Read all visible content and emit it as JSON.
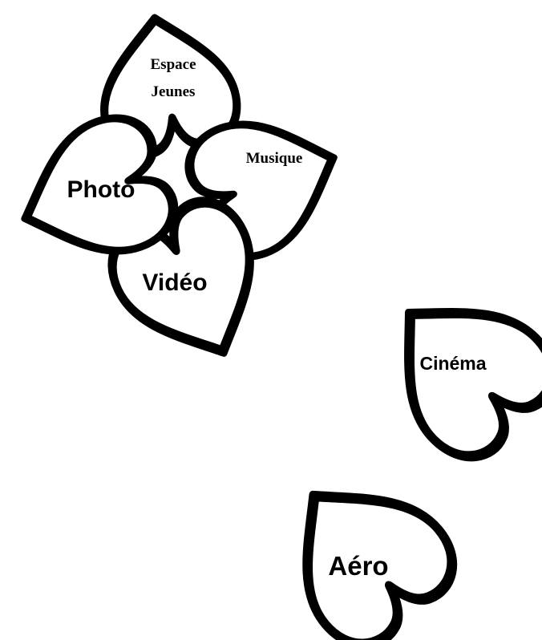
{
  "diagram": {
    "stroke_color": "#000000",
    "fill_color": "#ffffff",
    "clover": {
      "petals": [
        {
          "id": "espace-jeunes",
          "lines": [
            "Espace",
            "Jeunes"
          ]
        },
        {
          "id": "musique",
          "lines": [
            "Musique"
          ]
        },
        {
          "id": "video",
          "lines": [
            "Vidéo"
          ]
        },
        {
          "id": "photo",
          "lines": [
            "Photo"
          ]
        }
      ]
    },
    "hearts": [
      {
        "id": "cinema",
        "label": "Cinéma"
      },
      {
        "id": "aero",
        "label": "Aéro"
      }
    ]
  }
}
